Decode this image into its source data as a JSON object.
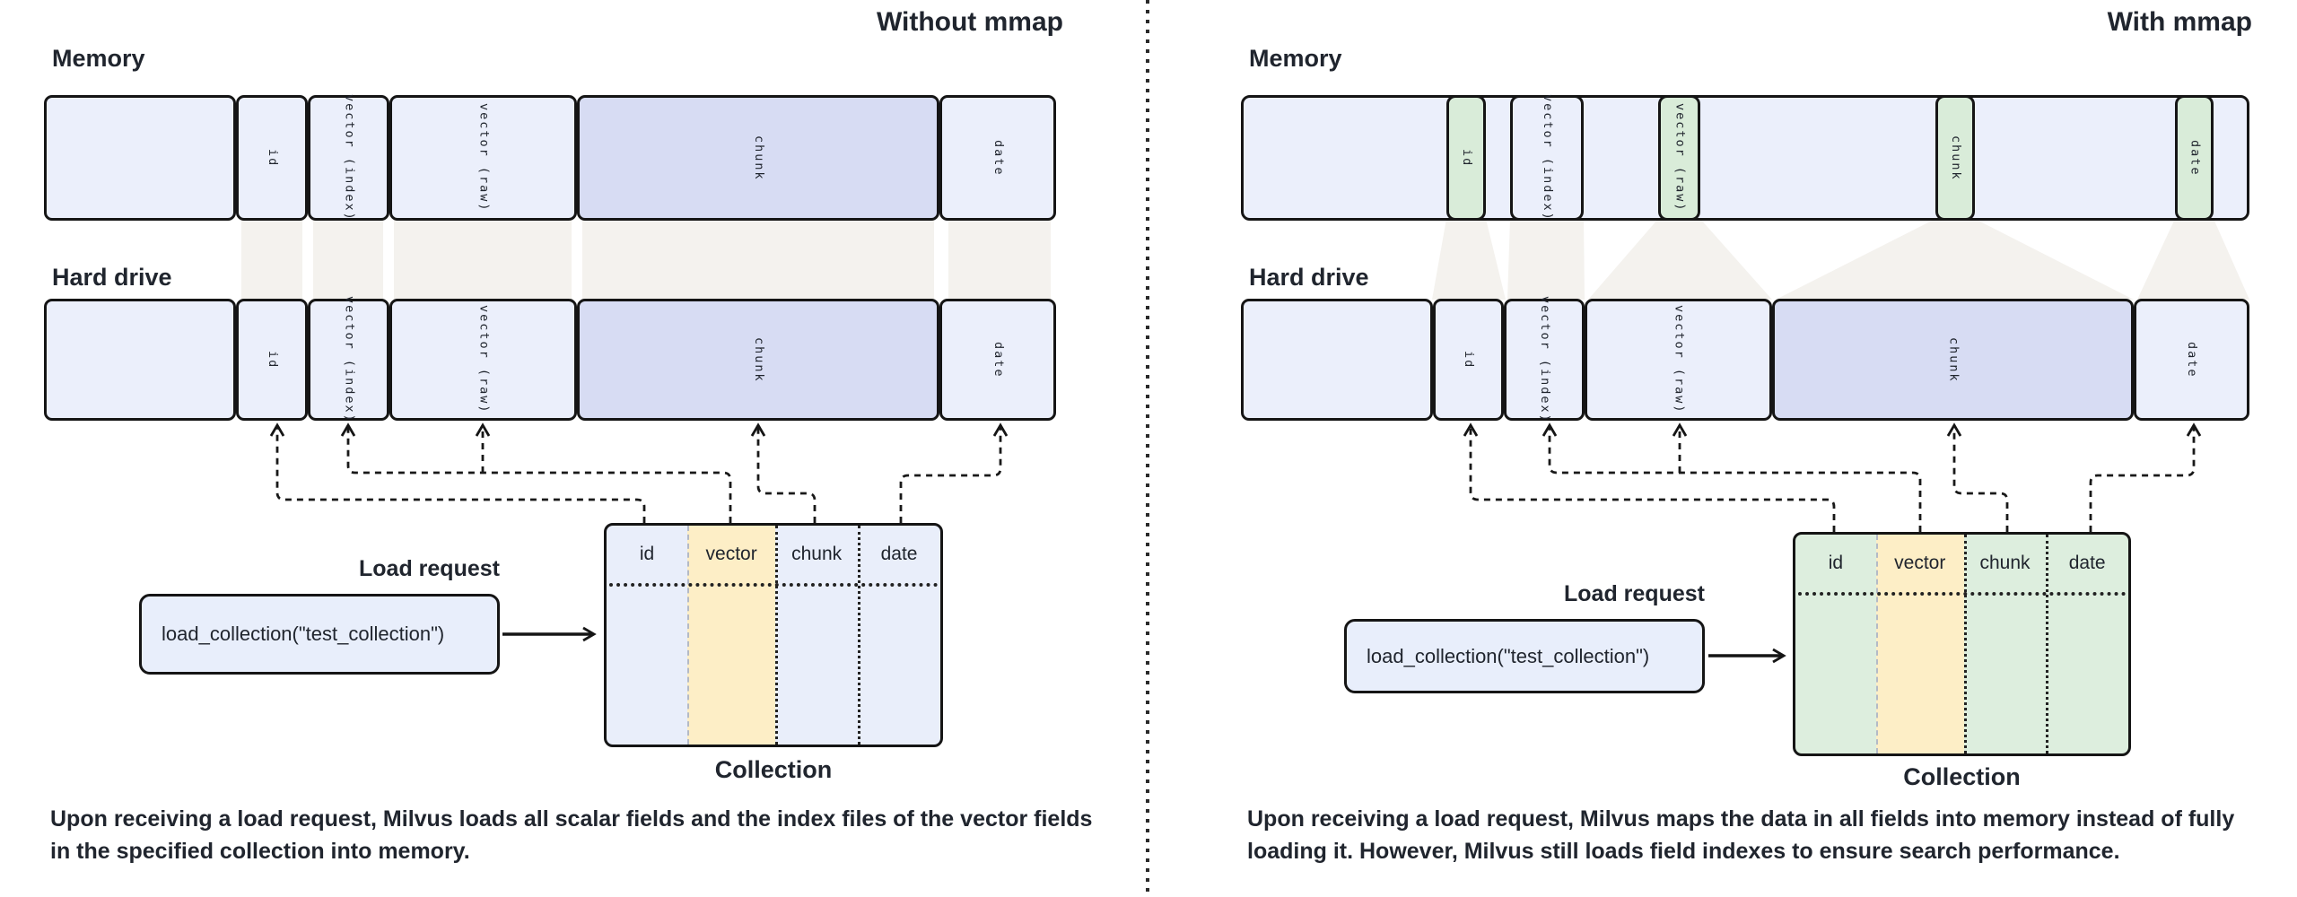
{
  "colors": {
    "lavender_fill": "#ebeffb",
    "chunk_fill": "#d7dcf3",
    "mmap_green_fill": "#d9ecd9",
    "collection_green_fill": "#ddeede",
    "vector_column_yellow": "#fdeec6",
    "connector_gray": "#f4f2ee",
    "border_dark": "#151515",
    "text_dark": "#20252e"
  },
  "labels": {
    "memory": "Memory",
    "hard_drive": "Hard drive",
    "load_request": "Load request",
    "collection": "Collection",
    "load_code": "load_collection(\"test_collection\")"
  },
  "fields": {
    "id": "id",
    "vector_index": "vector (index)",
    "vector_raw": "vector (raw)",
    "chunk": "chunk",
    "date": "date",
    "vector": "vector"
  },
  "panels": {
    "left": {
      "title": "Without mmap",
      "caption_lines": [
        "Upon receiving a load request, Milvus loads all scalar fields and the index files of the vector fields",
        "in the specified collection into memory."
      ]
    },
    "right": {
      "title": "With mmap",
      "caption_lines": [
        "Upon receiving a load request, Milvus maps the data in all fields into memory instead of fully",
        "loading it. However, Milvus still loads field indexes to ensure search performance."
      ]
    }
  }
}
